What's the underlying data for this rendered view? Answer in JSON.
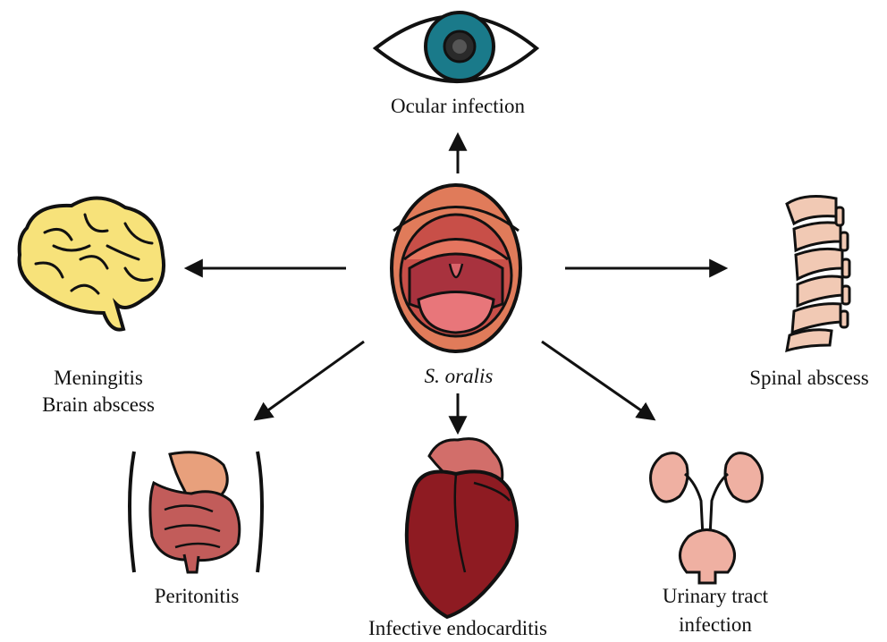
{
  "center": {
    "label": "S. oralis",
    "icon": "mouth-icon"
  },
  "nodes": {
    "ocular": {
      "label": "Ocular infection",
      "icon": "eye-icon"
    },
    "brain": {
      "line1": "Meningitis",
      "line2": "Brain abscess",
      "icon": "brain-icon"
    },
    "spinal": {
      "label": "Spinal abscess",
      "icon": "spine-icon"
    },
    "peritonitis": {
      "label": "Peritonitis",
      "icon": "intestines-icon"
    },
    "endocarditis": {
      "label": "Infective endocarditis",
      "icon": "heart-icon"
    },
    "urinary": {
      "line1": "Urinary tract",
      "line2": "infection",
      "icon": "kidneys-bladder-icon"
    }
  },
  "colors": {
    "outline": "#111111",
    "eye_iris": "#1a7a8a",
    "mouth_lips": "#e07b5a",
    "mouth_inner": "#a8323e",
    "brain": "#f7e27a",
    "bone": "#f1c9b4",
    "intestine": "#c25c5a",
    "stomach": "#e8a07c",
    "heart": "#8e1b22",
    "kidney": "#efb0a2"
  }
}
